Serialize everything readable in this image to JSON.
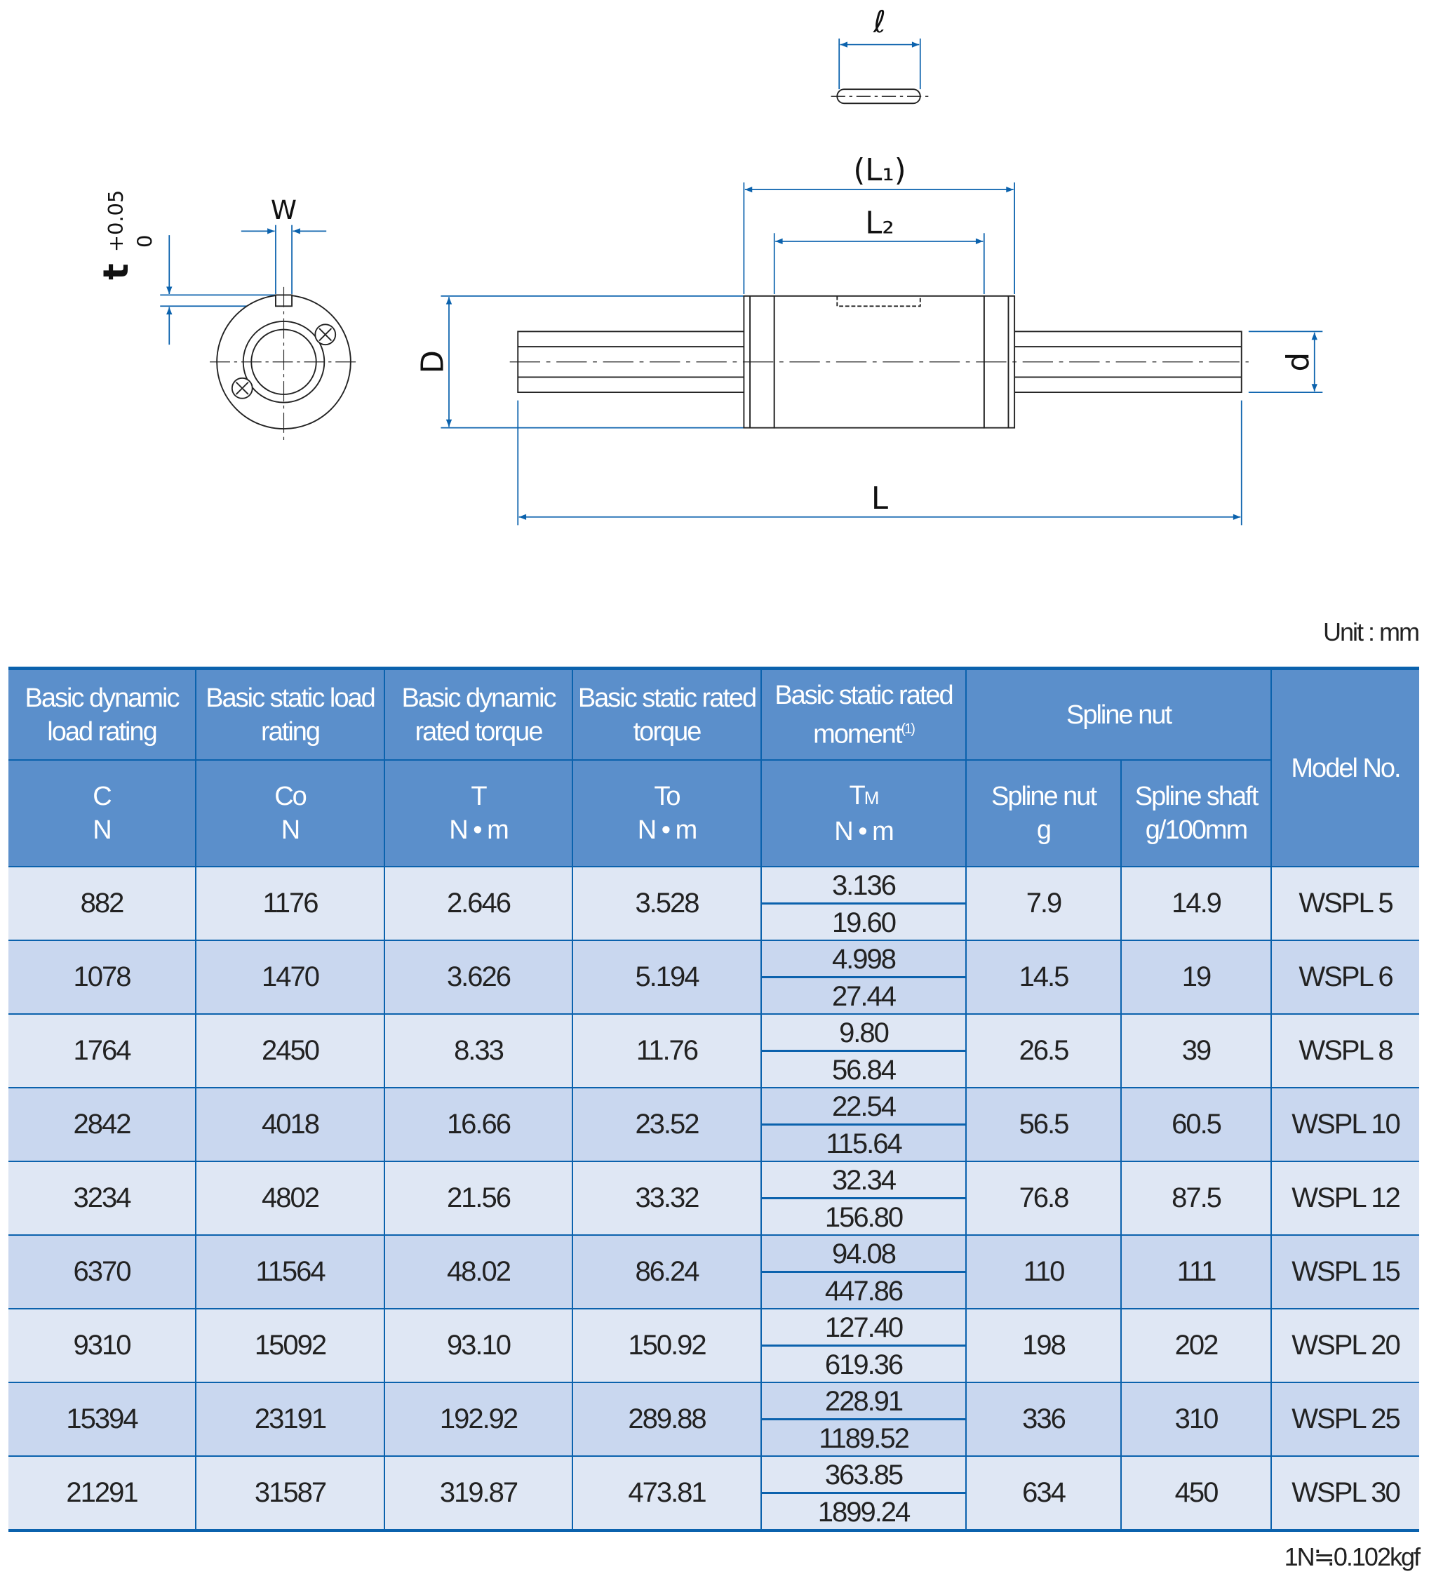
{
  "drawing": {
    "labels": {
      "l": "ℓ",
      "L1": "(L₁)",
      "L2": "L₂",
      "L": "L",
      "D": "D",
      "d": "d",
      "W": "W",
      "t": "t",
      "t_tol_upper": "+0.05",
      "t_tol_lower": "0"
    },
    "line_color": "#0b62ad"
  },
  "unit": "Unit : mm",
  "table": {
    "header_top": [
      "Basic dynamic load rating",
      "Basic static load rating",
      "Basic dynamic rated torque",
      "Basic static rated torque",
      "Basic static rated moment",
      "Spline nut",
      "Model No."
    ],
    "moment_footnote": "(1)",
    "header_sub": [
      {
        "sym": "C",
        "unit": "N"
      },
      {
        "sym": "Co",
        "unit": "N"
      },
      {
        "sym": "T",
        "unit": "N • m"
      },
      {
        "sym": "To",
        "unit": "N • m"
      },
      {
        "sym": "T",
        "sym_sub": "M",
        "unit": "N • m"
      },
      {
        "sym": "Spline nut",
        "unit": "g"
      },
      {
        "sym": "Spline shaft",
        "unit": "g/100mm"
      }
    ],
    "rows": [
      {
        "C": "882",
        "Co": "1176",
        "T": "2.646",
        "To": "3.528",
        "Tm1": "3.136",
        "Tm2": "19.60",
        "nut_g": "7.9",
        "shaft_g": "14.9",
        "model": "WSPL 5"
      },
      {
        "C": "1078",
        "Co": "1470",
        "T": "3.626",
        "To": "5.194",
        "Tm1": "4.998",
        "Tm2": "27.44",
        "nut_g": "14.5",
        "shaft_g": "19",
        "model": "WSPL 6"
      },
      {
        "C": "1764",
        "Co": "2450",
        "T": "8.33",
        "To": "11.76",
        "Tm1": "9.80",
        "Tm2": "56.84",
        "nut_g": "26.5",
        "shaft_g": "39",
        "model": "WSPL 8"
      },
      {
        "C": "2842",
        "Co": "4018",
        "T": "16.66",
        "To": "23.52",
        "Tm1": "22.54",
        "Tm2": "115.64",
        "nut_g": "56.5",
        "shaft_g": "60.5",
        "model": "WSPL 10"
      },
      {
        "C": "3234",
        "Co": "4802",
        "T": "21.56",
        "To": "33.32",
        "Tm1": "32.34",
        "Tm2": "156.80",
        "nut_g": "76.8",
        "shaft_g": "87.5",
        "model": "WSPL 12"
      },
      {
        "C": "6370",
        "Co": "11564",
        "T": "48.02",
        "To": "86.24",
        "Tm1": "94.08",
        "Tm2": "447.86",
        "nut_g": "110",
        "shaft_g": "111",
        "model": "WSPL 15"
      },
      {
        "C": "9310",
        "Co": "15092",
        "T": "93.10",
        "To": "150.92",
        "Tm1": "127.40",
        "Tm2": "619.36",
        "nut_g": "198",
        "shaft_g": "202",
        "model": "WSPL 20"
      },
      {
        "C": "15394",
        "Co": "23191",
        "T": "192.92",
        "To": "289.88",
        "Tm1": "228.91",
        "Tm2": "1189.52",
        "nut_g": "336",
        "shaft_g": "310",
        "model": "WSPL 25"
      },
      {
        "C": "21291",
        "Co": "31587",
        "T": "319.87",
        "To": "473.81",
        "Tm1": "363.85",
        "Tm2": "1899.24",
        "nut_g": "634",
        "shaft_g": "450",
        "model": "WSPL 30"
      }
    ],
    "colors": {
      "header": "#5b8fcb",
      "border": "#0b62ad",
      "row_light": "#dfe7f4",
      "row_dark": "#c9d7ef"
    }
  },
  "conversion_note": "1N≒0.102kgf"
}
